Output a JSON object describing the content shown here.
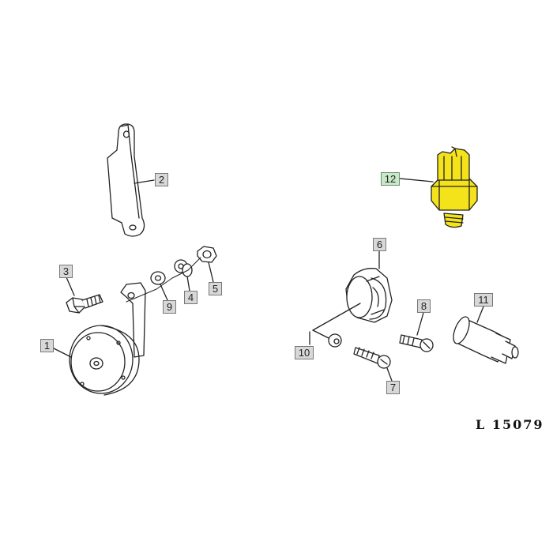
{
  "callouts": [
    {
      "id": "c1",
      "text": "1"
    },
    {
      "id": "c2",
      "text": "2"
    },
    {
      "id": "c3",
      "text": "3"
    },
    {
      "id": "c4",
      "text": "4"
    },
    {
      "id": "c5",
      "text": "5"
    },
    {
      "id": "c6",
      "text": "6"
    },
    {
      "id": "c7",
      "text": "7"
    },
    {
      "id": "c8",
      "text": "8"
    },
    {
      "id": "c9",
      "text": "9"
    },
    {
      "id": "c10",
      "text": "10"
    },
    {
      "id": "c11",
      "text": "11"
    },
    {
      "id": "c12",
      "text": "12",
      "highlighted": true
    }
  ],
  "reference": "L 15079",
  "colors": {
    "highlight_part": "#f4e21a",
    "highlight_label": "#c9e7c9",
    "line": "#222222"
  }
}
